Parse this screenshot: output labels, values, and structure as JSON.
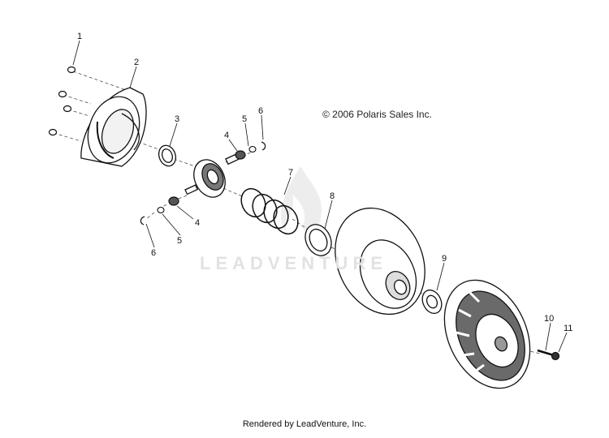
{
  "diagram": {
    "copyright": "© 2006 Polaris Sales Inc.",
    "footer": "Rendered by LeadVenture, Inc.",
    "watermark": "LEADVENTURE",
    "callouts": [
      {
        "id": "c1",
        "label": "1"
      },
      {
        "id": "c2",
        "label": "2"
      },
      {
        "id": "c3",
        "label": "3"
      },
      {
        "id": "c4a",
        "label": "4"
      },
      {
        "id": "c4b",
        "label": "4"
      },
      {
        "id": "c5a",
        "label": "5"
      },
      {
        "id": "c5b",
        "label": "5"
      },
      {
        "id": "c6a",
        "label": "6"
      },
      {
        "id": "c6b",
        "label": "6"
      },
      {
        "id": "c7",
        "label": "7"
      },
      {
        "id": "c8",
        "label": "8"
      },
      {
        "id": "c9",
        "label": "9"
      },
      {
        "id": "c10",
        "label": "10"
      },
      {
        "id": "c11",
        "label": "11"
      }
    ]
  }
}
